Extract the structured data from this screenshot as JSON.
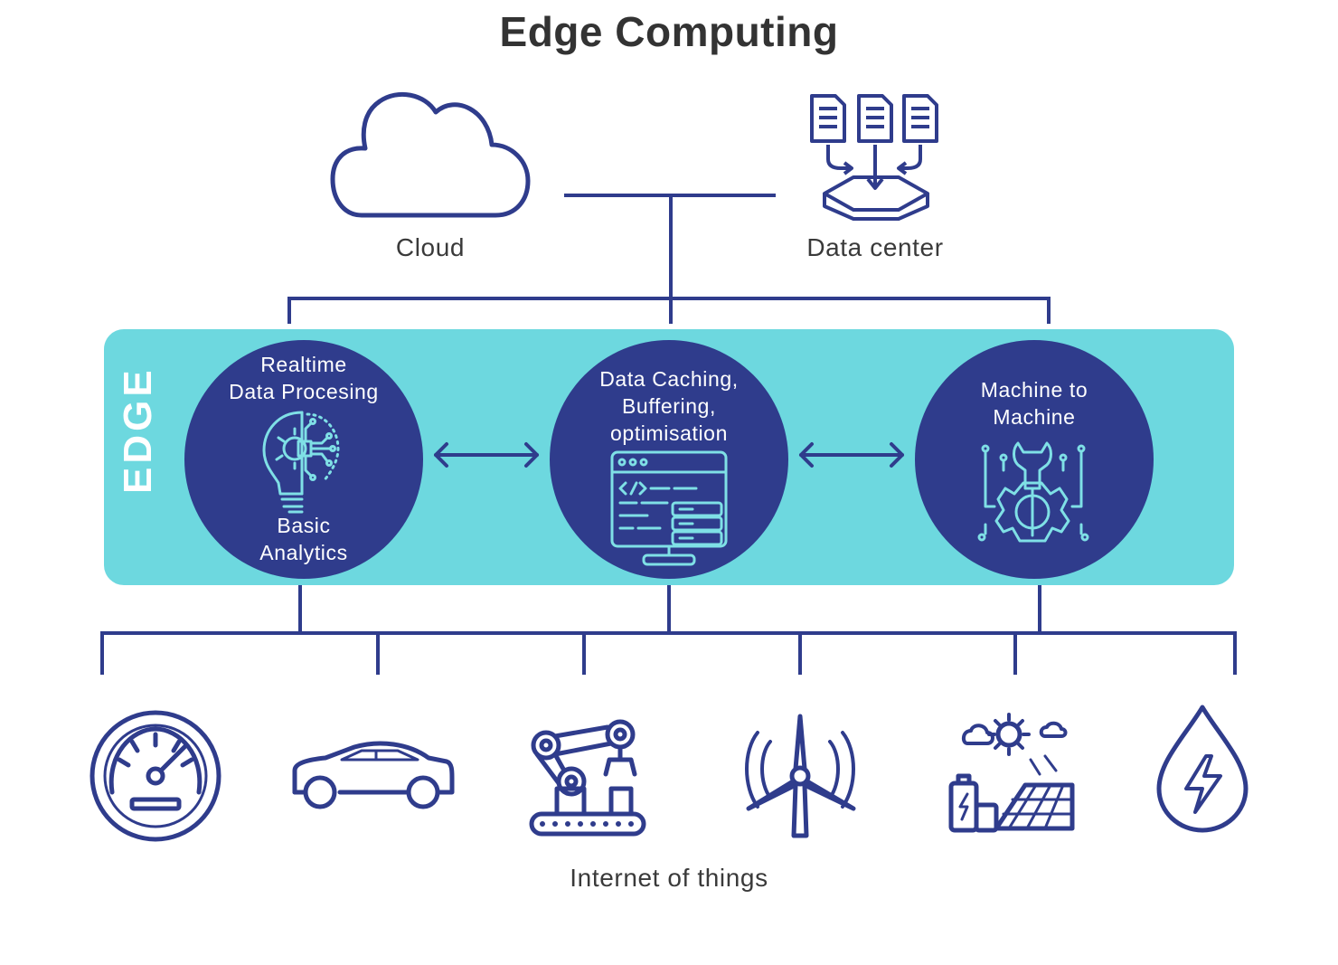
{
  "title": "Edge Computing",
  "top": {
    "cloud_label": "Cloud",
    "datacenter_label": "Data center"
  },
  "edge": {
    "label": "EDGE",
    "nodes": [
      {
        "top_text": [
          "Realtime",
          "Data Procesing"
        ],
        "bottom_text": [
          "Basic",
          "Analytics"
        ],
        "icon": "lightbulb-gear-icon"
      },
      {
        "top_text": [
          "Data Caching,",
          "Buffering,",
          "optimisation"
        ],
        "icon": "server-code-icon"
      },
      {
        "top_text": [
          "Machine to",
          "Machine"
        ],
        "icon": "wrench-gear-icon"
      }
    ]
  },
  "iot": {
    "label": "Internet of things",
    "devices": [
      "speedometer-icon",
      "car-icon",
      "robot-arm-icon",
      "wind-turbine-icon",
      "solar-energy-icon",
      "water-energy-icon"
    ]
  },
  "colors": {
    "navy": "#2f3c8c",
    "edge_band": "#6dd8df",
    "icon_accent": "#7fe0e6",
    "text": "#333333"
  }
}
